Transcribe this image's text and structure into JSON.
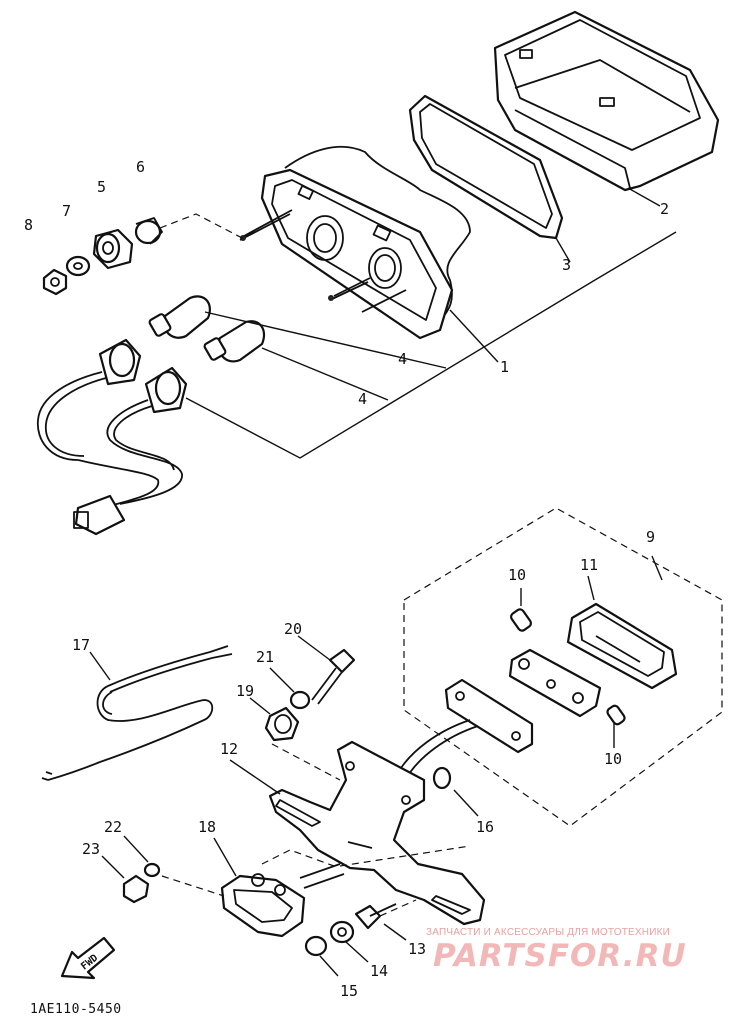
{
  "diagram": {
    "reference_code": "1AE110-5450",
    "fwd_arrow_text": "FWD",
    "callouts": [
      "1",
      "2",
      "3",
      "4",
      "4",
      "5",
      "6",
      "7",
      "8",
      "9",
      "10",
      "10",
      "11",
      "12",
      "13",
      "14",
      "15",
      "16",
      "17",
      "18",
      "19",
      "20",
      "21",
      "22",
      "23"
    ]
  },
  "watermark": {
    "tagline": "ЗАПЧАСТИ И АКСЕССУАРЫ ДЛЯ МОТОТЕХНИКИ",
    "logo_text": "PARTSFOR.RU"
  }
}
